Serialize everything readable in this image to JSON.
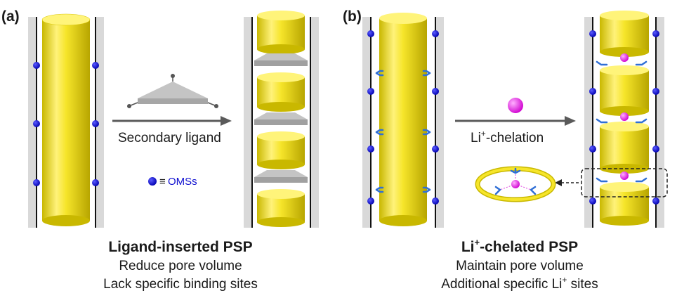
{
  "panels": [
    {
      "label": "(a)",
      "arrow_label": "Secondary ligand",
      "legend_symbol": "≡",
      "legend_text": "OMSs",
      "caption_title": "Ligand-inserted PSP",
      "caption_lines": [
        "Reduce pore volume",
        "Lack specific binding sites"
      ]
    },
    {
      "label": "(b)",
      "arrow_label_main": "Li",
      "arrow_label_sup": "+",
      "arrow_label_rest": "-chelation",
      "caption_title_main": "Li",
      "caption_title_sup": "+",
      "caption_title_rest": "-chelated  PSP",
      "caption_line1": "Maintain pore volume",
      "caption_line2_main": "Additional specific Li",
      "caption_line2_sup": "+",
      "caption_line2_rest": " sites"
    }
  ],
  "colors": {
    "cylinder": "#f2e21a",
    "rail": "#d9d9d9",
    "oms": "#1010d0",
    "ligand": "#b8b8b8",
    "chelator": "#2f6fd6",
    "lithium": "#e020e0",
    "arrow": "#5a5a5a"
  }
}
